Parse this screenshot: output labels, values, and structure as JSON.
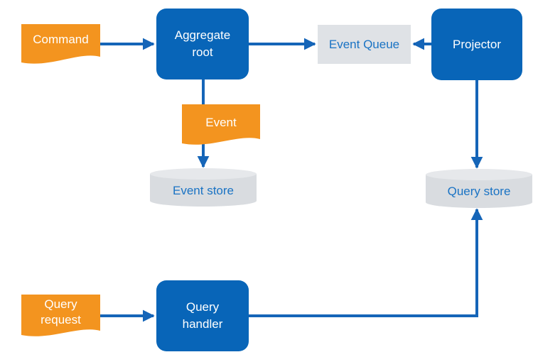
{
  "diagram": {
    "colors": {
      "box": "#0865b8",
      "document": "#f3941f",
      "store": "#d9dce0",
      "queue": "#dfe2e6",
      "arrow": "#1565b8",
      "store_text": "#1a73c4"
    },
    "nodes": {
      "command": {
        "label": "Command",
        "shape": "document"
      },
      "aggregate_root": {
        "label_line1": "Aggregate",
        "label_line2": "root",
        "shape": "rounded-box"
      },
      "event_queue": {
        "label": "Event Queue",
        "shape": "queue"
      },
      "projector": {
        "label": "Projector",
        "shape": "rounded-box"
      },
      "event": {
        "label": "Event",
        "shape": "document"
      },
      "event_store": {
        "label": "Event store",
        "shape": "database"
      },
      "query_store": {
        "label": "Query store",
        "shape": "database"
      },
      "query_request": {
        "label_line1": "Query",
        "label_line2": "request",
        "shape": "document"
      },
      "query_handler": {
        "label_line1": "Query",
        "label_line2": "handler",
        "shape": "rounded-box"
      }
    },
    "edges": [
      {
        "from": "command",
        "to": "aggregate_root"
      },
      {
        "from": "aggregate_root",
        "to": "event_queue"
      },
      {
        "from": "projector",
        "to": "event_queue"
      },
      {
        "from": "aggregate_root",
        "to": "event_store"
      },
      {
        "from": "projector",
        "to": "query_store"
      },
      {
        "from": "query_request",
        "to": "query_handler"
      },
      {
        "from": "query_handler",
        "to": "query_store"
      }
    ]
  }
}
